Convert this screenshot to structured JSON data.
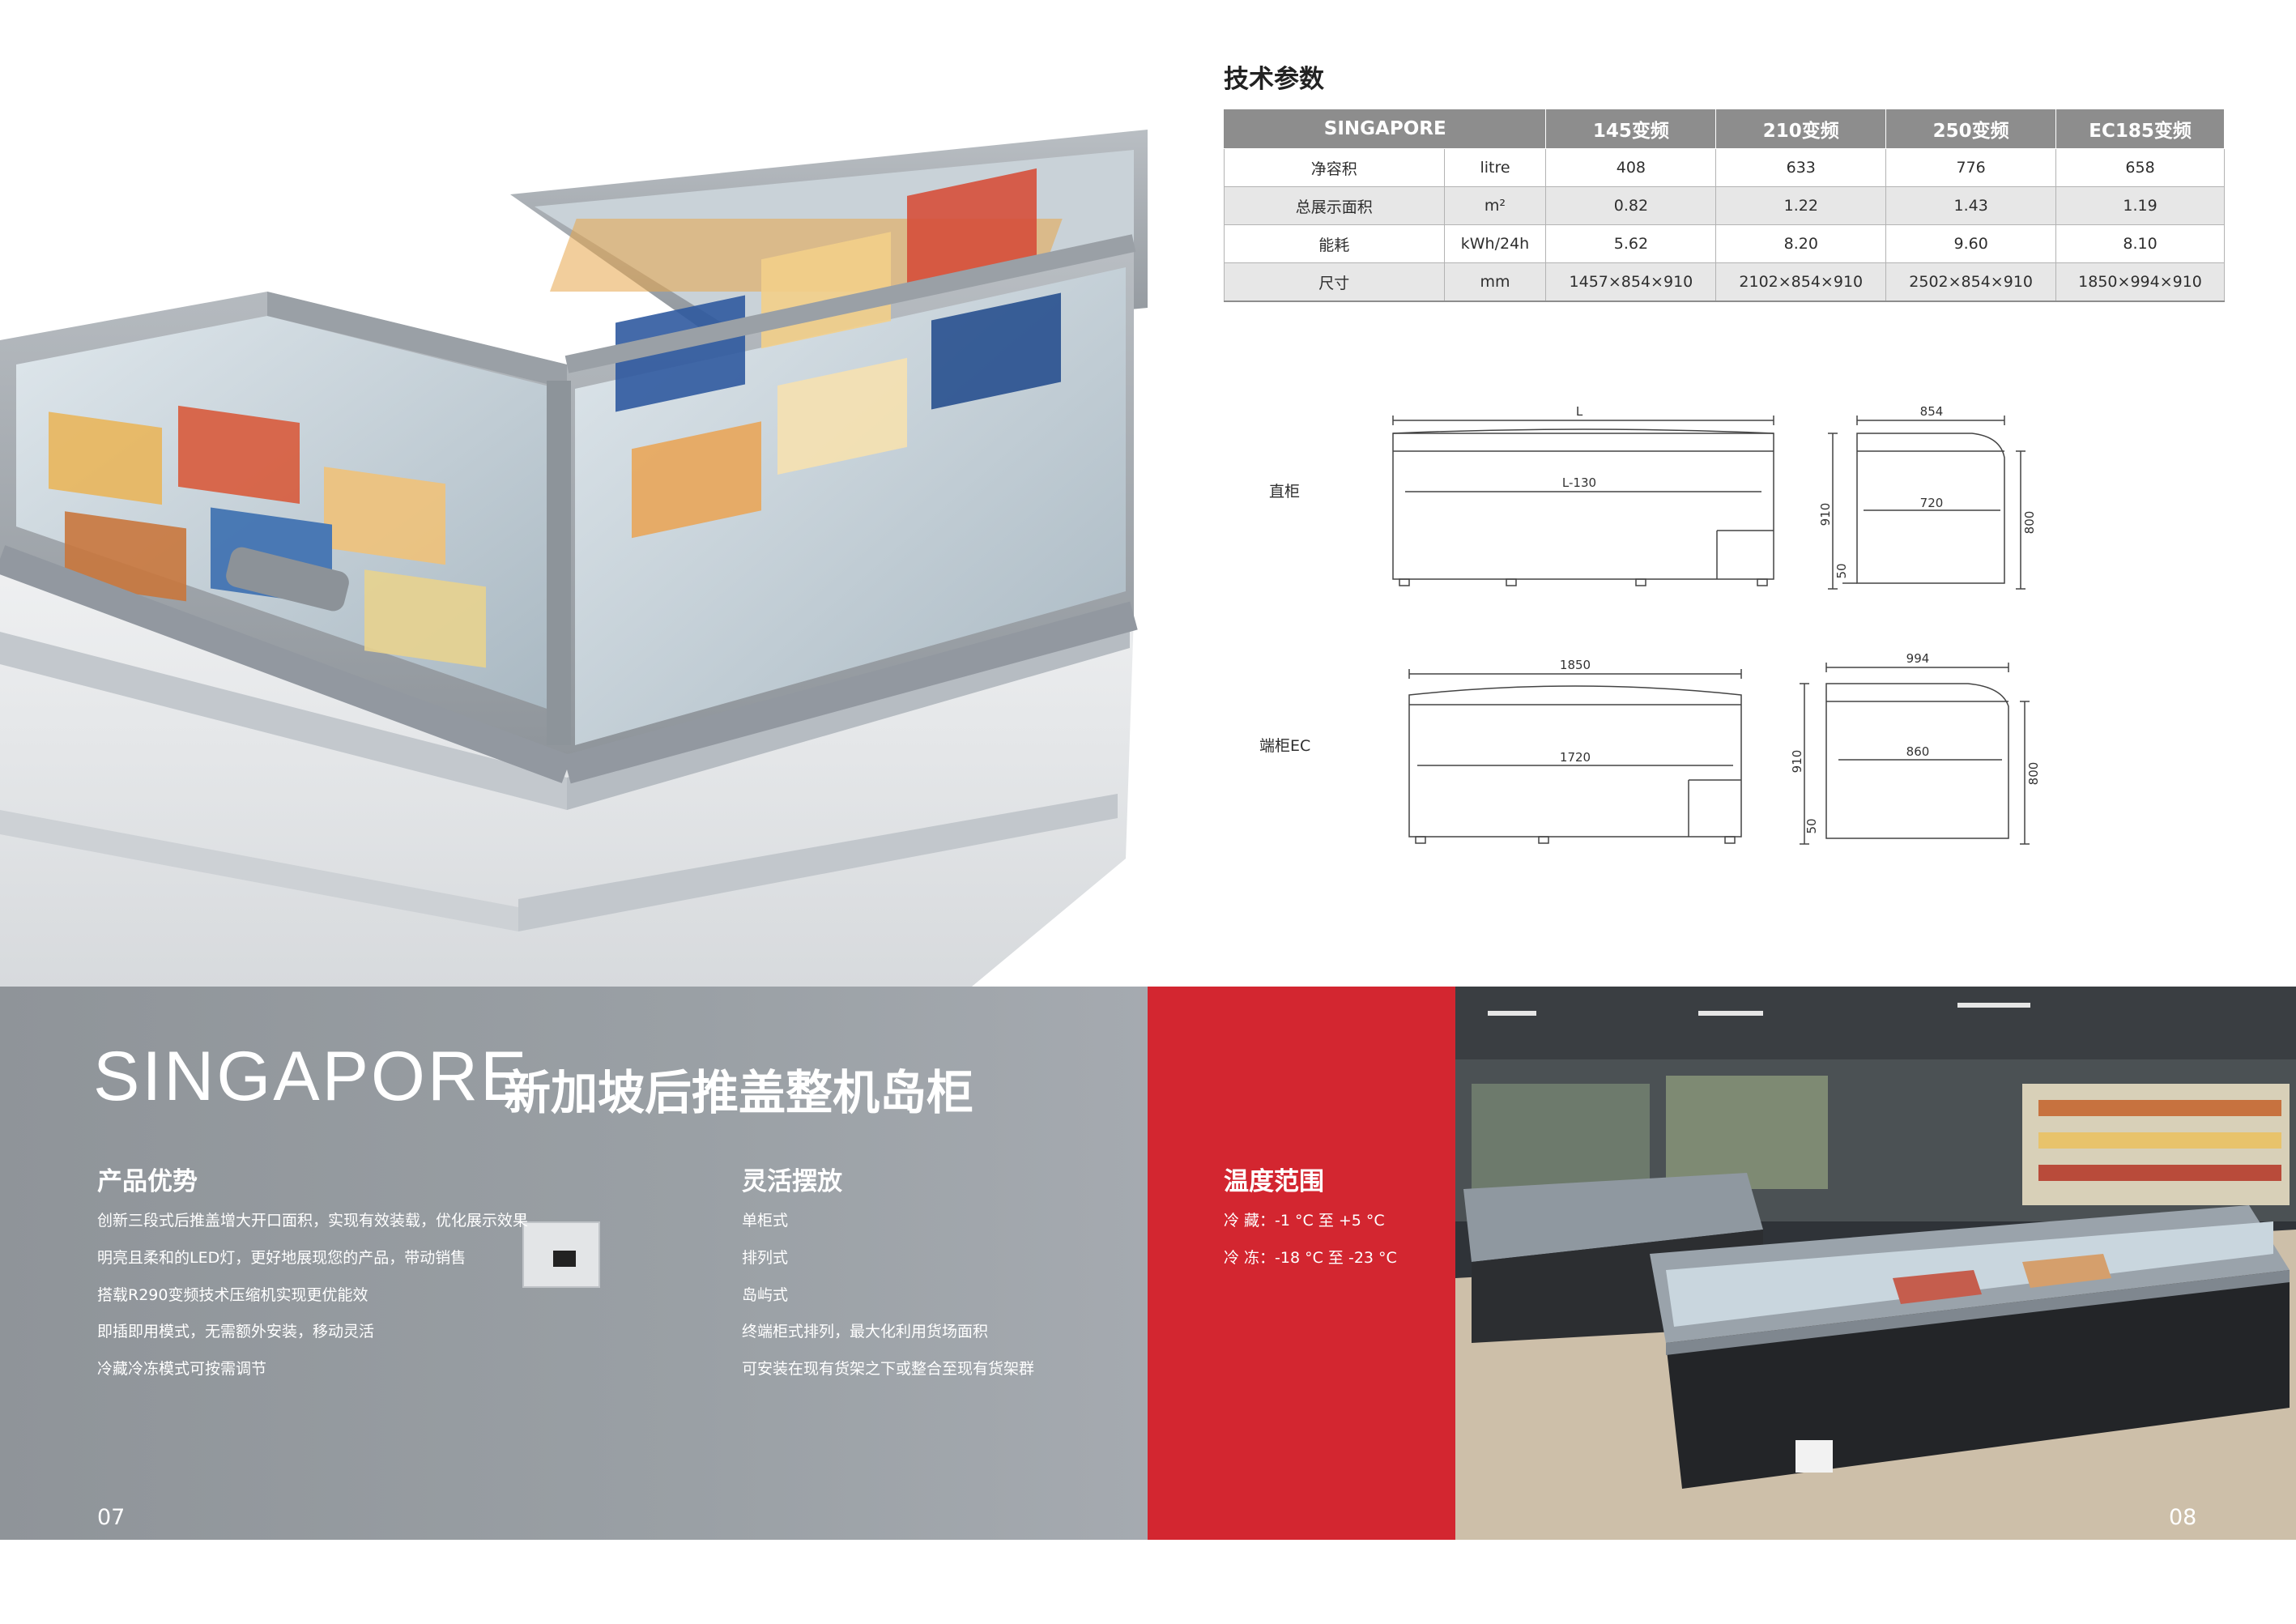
{
  "spec": {
    "title": "技术参数",
    "headers": [
      "SINGAPORE",
      "145变频",
      "210变频",
      "250变频",
      "EC185变频"
    ],
    "rows": [
      {
        "name": "净容积",
        "unit": "litre",
        "values": [
          "408",
          "633",
          "776",
          "658"
        ]
      },
      {
        "name": "总展示面积",
        "unit": "m²",
        "values": [
          "0.82",
          "1.22",
          "1.43",
          "1.19"
        ]
      },
      {
        "name": "能耗",
        "unit": "kWh/24h",
        "values": [
          "5.62",
          "8.20",
          "9.60",
          "8.10"
        ]
      },
      {
        "name": "尺寸",
        "unit": "mm",
        "values": [
          "1457×854×910",
          "2102×854×910",
          "2502×854×910",
          "1850×994×910"
        ]
      }
    ]
  },
  "drawings": {
    "row1_label": "直柜",
    "row2_label": "端柜EC",
    "straight_front": {
      "width": "L",
      "inner": "L-130"
    },
    "straight_side": {
      "depth": "854",
      "inner": "720",
      "height": "910",
      "inner_height": "800",
      "base": "50"
    },
    "end_front": {
      "width": "1850",
      "inner": "1720"
    },
    "end_side": {
      "depth": "994",
      "inner": "860",
      "height": "910",
      "inner_height": "800",
      "base": "50"
    }
  },
  "product": {
    "name_en": "SINGAPORE",
    "name_cn": "新加坡后推盖整机岛柜"
  },
  "advantages": {
    "title": "产品优势",
    "items": [
      "创新三段式后推盖增大开口面积，实现有效装载，优化展示效果",
      "明亮且柔和的LED灯，更好地展现您的产品，带动销售",
      "搭载R290变频技术压缩机实现更优能效",
      "即插即用模式，无需额外安装，移动灵活",
      "冷藏冷冻模式可按需调节"
    ]
  },
  "layout_options": {
    "title": "灵活摆放",
    "items": [
      "单柜式",
      "排列式",
      "岛屿式",
      "终端柜式排列，最大化利用货场面积",
      "可安装在现有货架之下或整合至现有货架群"
    ]
  },
  "temperature": {
    "title": "温度范围",
    "items": [
      "冷 藏：-1 °C 至 +5 °C",
      "冷 冻：-18 °C 至 -23 °C"
    ]
  },
  "pages": {
    "left": "07",
    "right": "08"
  },
  "colors": {
    "accent_red": "#d32630",
    "band_gray": "#9aa0a5",
    "table_header": "#8d8d8d"
  }
}
